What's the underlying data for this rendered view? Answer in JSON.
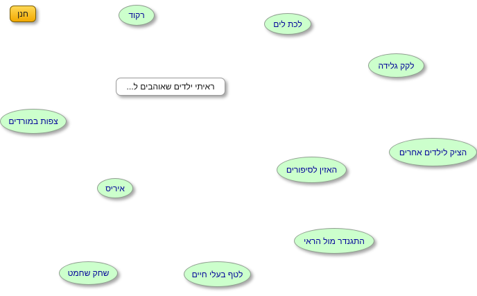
{
  "app": {
    "description": "mind-map brainstorming canvas"
  },
  "colors": {
    "bubble_fill": "#ccffcc",
    "bubble_border": "#8f9f8f",
    "bubble_text": "#000099",
    "root_fill_top": "#ffd855",
    "root_fill_bottom": "#f2a900",
    "root_border": "#7a5c00",
    "root_text": "#1a1a1a",
    "stem_fill": "#ffffff",
    "stem_border": "#9a9a9a",
    "stem_text": "#111111",
    "canvas_bg": "#ffffff"
  },
  "nodes": {
    "root": {
      "label": "חנן"
    },
    "stem": {
      "label": "ראיתי ילדים שאוהבים ל..."
    },
    "bubbles": [
      {
        "label": "רקוד"
      },
      {
        "label": "לכת לים"
      },
      {
        "label": "לקק גלידה"
      },
      {
        "label": "צפות במורדים"
      },
      {
        "label": "הציק לילדים אחרים"
      },
      {
        "label": "האזין לסיפורים"
      },
      {
        "label": "איריס"
      },
      {
        "label": "התגנדר מול הראי"
      },
      {
        "label": "שחק שחמט"
      },
      {
        "label": "לטף בעלי חיים"
      }
    ]
  }
}
